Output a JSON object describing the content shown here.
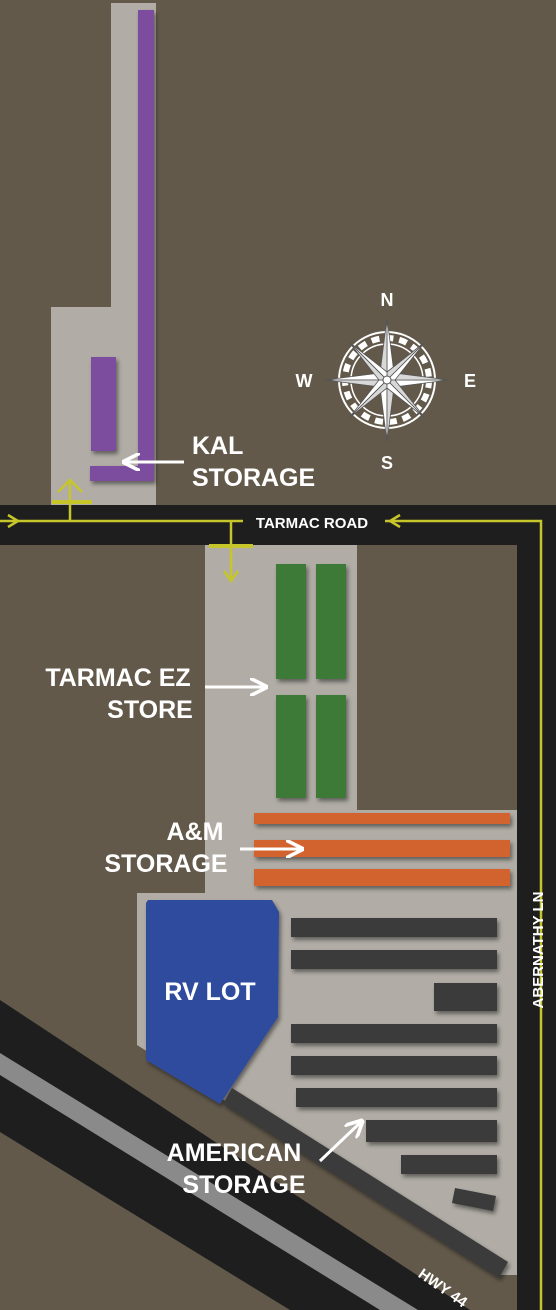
{
  "map": {
    "colors": {
      "ground": "#62594a",
      "lot": "#b1ada6",
      "road": "#1e1e1e",
      "road_line": "#c6c62a",
      "kal": "#7b4e9e",
      "tarmac_ez": "#3e7a37",
      "am": "#d2622e",
      "rv": "#2f4b9e",
      "american": "#3a3a3a"
    },
    "roads": {
      "tarmac_road": "TARMAC ROAD",
      "abernathy_ln": "ABERNATHY LN",
      "hwy_44": "HWY 44"
    },
    "compass": {
      "n": "N",
      "s": "S",
      "e": "E",
      "w": "W"
    },
    "labels": {
      "kal": [
        "KAL",
        "STORAGE"
      ],
      "tarmac_ez": [
        "TARMAC EZ",
        "STORE"
      ],
      "am": [
        "A&M",
        "STORAGE"
      ],
      "rv": "RV LOT",
      "american": [
        "AMERICAN",
        "STORAGE"
      ]
    }
  }
}
